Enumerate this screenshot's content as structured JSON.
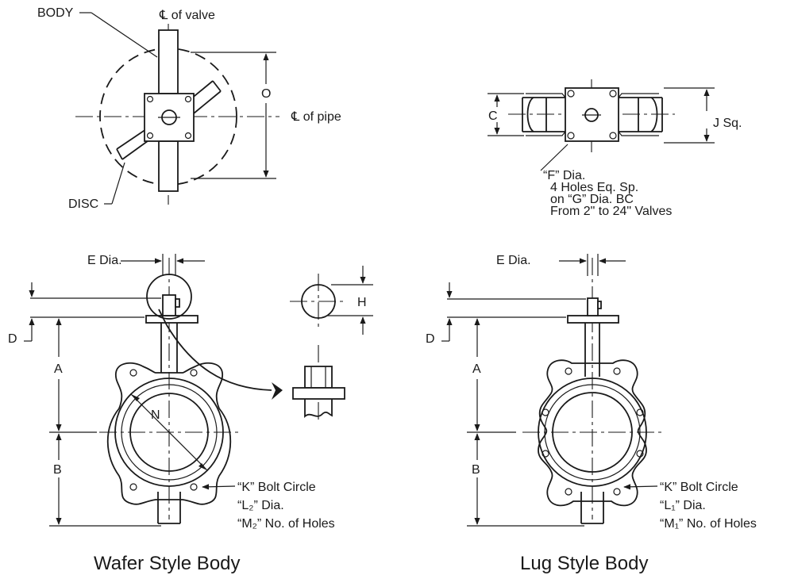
{
  "top_view": {
    "body_label": "BODY",
    "cl_valve_label": "℄ of valve",
    "cl_pipe_label": "℄ of pipe",
    "o_label": "O",
    "disc_label": "DISC"
  },
  "flange_view": {
    "c_label": "C",
    "j_label": "J Sq.",
    "f_note": [
      "“F” Dia.",
      "4 Holes Eq. Sp.",
      "on “G” Dia. BC",
      "From 2\" to 24\" Valves"
    ]
  },
  "wafer": {
    "e_label": "E Dia.",
    "d_label": "D",
    "a_label": "A",
    "b_label": "B",
    "n_label": "N",
    "h_label": "H",
    "note": [
      "“K” Bolt Circle",
      "“L₂” Dia.",
      "“M₂” No. of Holes"
    ],
    "caption": "Wafer Style Body"
  },
  "lug": {
    "e_label": "E Dia.",
    "d_label": "D",
    "a_label": "A",
    "b_label": "B",
    "note": [
      "“K” Bolt Circle",
      "“L₁” Dia.",
      "“M₁” No. of Holes"
    ],
    "caption": "Lug Style Body"
  }
}
